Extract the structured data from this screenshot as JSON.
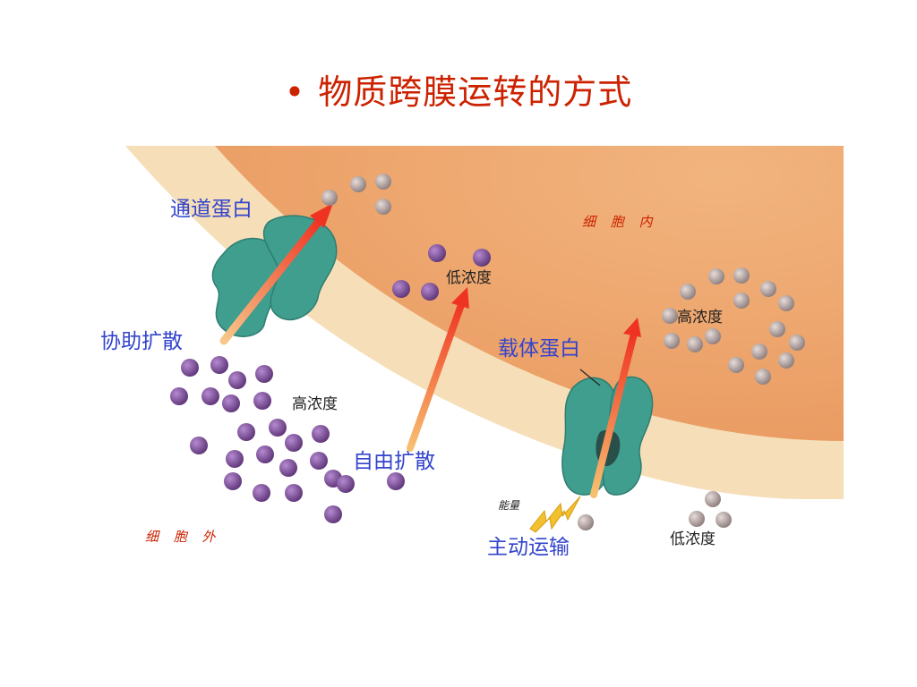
{
  "title": {
    "bullet": "•",
    "text": "物质跨膜运转的方式"
  },
  "labels": {
    "channel_protein": "通道蛋白",
    "facilitated_diffusion": "协助扩散",
    "free_diffusion": "自由扩散",
    "carrier_protein": "载体蛋白",
    "active_transport": "主动运输",
    "inside_cell": "细 胞 内",
    "outside_cell": "细 胞 外",
    "low_conc_top": "低浓度",
    "high_conc_right": "高浓度",
    "high_conc_left": "高浓度",
    "low_conc_bottom": "低浓度",
    "energy": "能量"
  },
  "colors": {
    "title": "#cc2200",
    "label_blue": "#3344cc",
    "cytoplasm": "#f0ad74",
    "membrane": "#f6dfb8",
    "protein": "#3f9e8e",
    "arrow": "#ee4422",
    "molecule_purple": "#7a4e96",
    "molecule_gray": "#a89898"
  },
  "icons": {
    "energy": "lightning-bolt-icon"
  }
}
